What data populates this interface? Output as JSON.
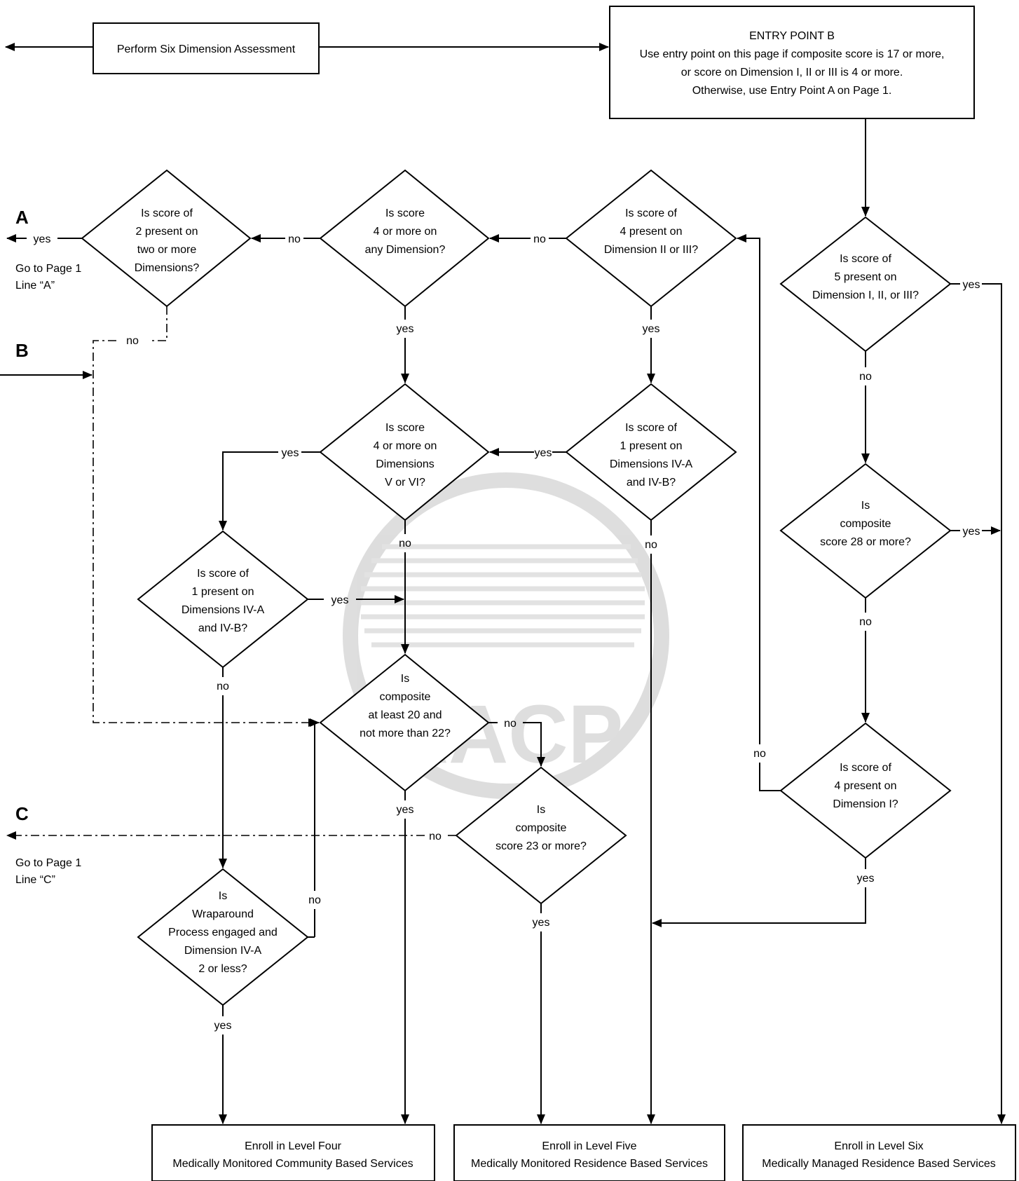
{
  "start": {
    "label": "Perform Six Dimension Assessment"
  },
  "entry_b": {
    "lines": [
      "ENTRY POINT B",
      "Use entry point on this page if composite score is 17 or more,",
      "or score on Dimension I, II or III is 4 or more.",
      "Otherwise, use Entry Point A on Page 1."
    ]
  },
  "watermark": "AACP",
  "decisions": {
    "d1": [
      "Is score of",
      "2 present on",
      "two or more",
      "Dimensions?"
    ],
    "d2": [
      "Is score",
      "4 or more on",
      "any Dimension?"
    ],
    "d3": [
      "Is score of",
      "4 present on",
      "Dimension II or III?"
    ],
    "d4": [
      "Is score of",
      "5 present on",
      "Dimension I, II, or III?"
    ],
    "d5": [
      "Is score",
      "4 or more on",
      "Dimensions",
      "V or VI?"
    ],
    "d6": [
      "Is score of",
      "1 present on",
      "Dimensions IV-A",
      "and IV-B?"
    ],
    "d7": [
      "Is",
      "composite",
      "score 28 or more?"
    ],
    "d8": [
      "Is score of",
      "1 present on",
      "Dimensions IV-A",
      "and IV-B?"
    ],
    "d9": [
      "Is",
      "composite",
      "at least 20 and",
      "not more than 22?"
    ],
    "d10": [
      "Is score of",
      "4 present on",
      "Dimension I?"
    ],
    "d11": [
      "Is",
      "composite",
      "score 23 or more?"
    ],
    "d12": [
      "Is",
      "Wraparound",
      "Process engaged and",
      "Dimension IV-A",
      "2 or less?"
    ]
  },
  "edge_labels": {
    "yes": "yes",
    "no": "no"
  },
  "connectors": {
    "a": {
      "letter": "A",
      "note": [
        "Go to Page 1",
        "Line “A”"
      ]
    },
    "b": {
      "letter": "B"
    },
    "c": {
      "letter": "C",
      "note": [
        "Go to Page 1",
        "Line “C”"
      ]
    }
  },
  "outcomes": {
    "level4": [
      "Enroll in Level Four",
      "Medically Monitored Community Based Services"
    ],
    "level5": [
      "Enroll in Level Five",
      "Medically Monitored Residence Based Services"
    ],
    "level6": [
      "Enroll in Level Six",
      "Medically Managed Residence Based Services"
    ]
  }
}
